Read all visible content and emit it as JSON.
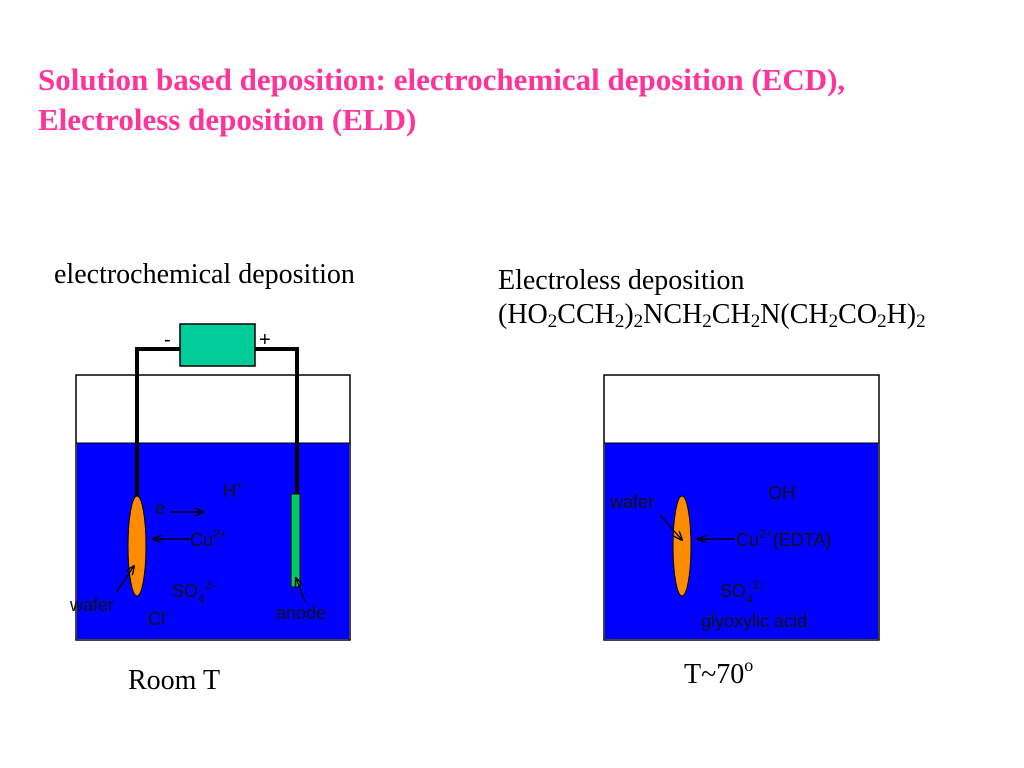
{
  "title": {
    "line1": "Solution based deposition: electrochemical deposition (ECD),",
    "line2": "Electroless deposition (ELD)"
  },
  "colors": {
    "title": "#ff3399",
    "solution": "#0000ff",
    "wafer": "#ff8c00",
    "power_supply": "#00cc99",
    "anode": "#00cc66"
  },
  "ecd": {
    "heading": "electrochemical deposition",
    "power_supply": {
      "minus": "-",
      "plus": "+"
    },
    "labels": {
      "electron": {
        "base": "e",
        "sup": "-"
      },
      "hydrogen": {
        "base": "H",
        "sup": "+"
      },
      "copper": {
        "base": "Cu",
        "sup": "2+"
      },
      "sulfate": {
        "base": "SO",
        "sub": "4",
        "sup": "2-"
      },
      "chloride": {
        "base": "Cl",
        "sup": "-"
      },
      "wafer": "wafer",
      "anode": "anode"
    },
    "condition": "Room T"
  },
  "eld": {
    "heading_line1": "Electroless deposition",
    "heading_formula": [
      [
        "(HO",
        false
      ],
      [
        "2",
        true
      ],
      [
        "CCH",
        false
      ],
      [
        "2",
        true
      ],
      [
        ")",
        false
      ],
      [
        "2",
        true
      ],
      [
        "NCH",
        false
      ],
      [
        "2",
        true
      ],
      [
        "CH",
        false
      ],
      [
        "2",
        true
      ],
      [
        "N(CH",
        false
      ],
      [
        "2",
        true
      ],
      [
        "CO",
        false
      ],
      [
        "2",
        true
      ],
      [
        "H)",
        false
      ],
      [
        "2",
        true
      ]
    ],
    "labels": {
      "hydroxide": {
        "base": "OH",
        "sup": "-"
      },
      "wafer": "wafer",
      "copper": {
        "base": "Cu",
        "sup": "2+",
        "suffix": "(EDTA)"
      },
      "sulfate": {
        "base": "SO",
        "sub": "4",
        "sup": "2-"
      },
      "glyoxylic": "glyoxylic acid"
    },
    "condition": {
      "base": "T~70",
      "sup": "o"
    }
  }
}
